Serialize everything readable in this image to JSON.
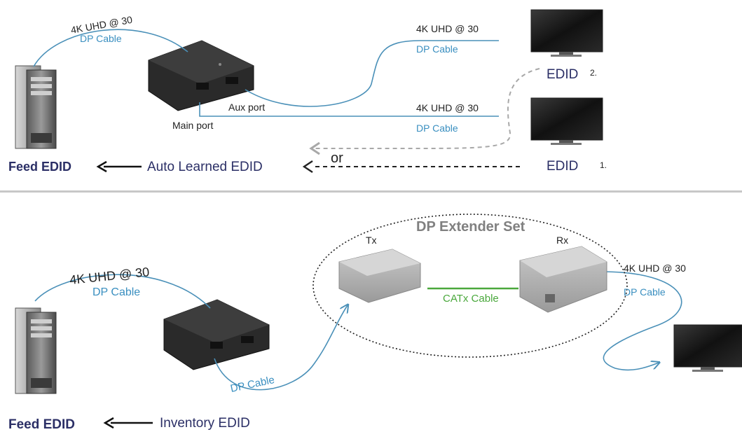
{
  "top_section": {
    "cable_left_top": "4K UHD @ 30",
    "cable_left_bottom": "DP Cable",
    "aux_cable_top": "4K UHD @ 30",
    "aux_cable_bottom": "DP Cable",
    "main_cable_top": "4K UHD @ 30",
    "main_cable_bottom": "DP Cable",
    "aux_port": "Aux port",
    "main_port": "Main port",
    "edid_2": "EDID",
    "edid_2_num": "2.",
    "edid_1": "EDID",
    "edid_1_num": "1.",
    "or": "or",
    "feed_edid": "Feed EDID",
    "auto_learned": "Auto Learned EDID"
  },
  "bottom_section": {
    "cable_left_top": "4K UHD @ 30",
    "cable_left_bottom": "DP Cable",
    "extender_title": "DP Extender Set",
    "tx": "Tx",
    "rx": "Rx",
    "catx_cable": "CATx Cable",
    "dp_cable_lower": "DP Cable",
    "right_cable_top": "4K UHD @ 30",
    "right_cable_bottom": "DP Cable",
    "feed_edid": "Feed EDID",
    "inventory_edid": "Inventory EDID"
  },
  "colors": {
    "cable_blue": "#4a90b8",
    "label_blue": "#3a8fc0",
    "navy": "#2b2f66",
    "catx_green": "#4aa83c",
    "divider": "#c8c8c8",
    "dashed_gray": "#a8a8a8"
  }
}
